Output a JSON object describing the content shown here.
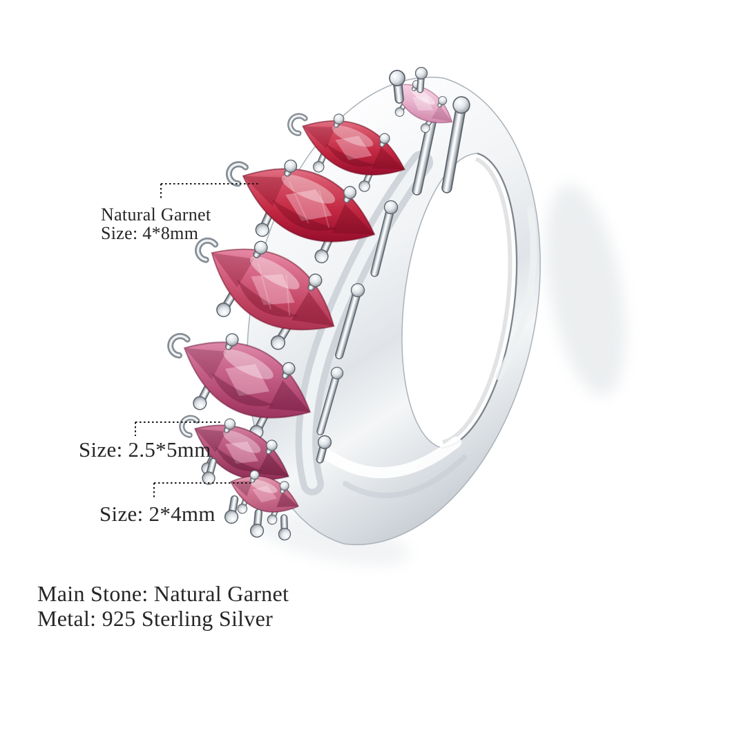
{
  "annotations": {
    "garnet_label_line1": "Natural Garnet",
    "garnet_label_line2": "Size: 4*8mm",
    "size_medium_label": "Size: 2.5*5mm",
    "size_small_label": "Size: 2*4mm"
  },
  "specs": {
    "main_stone": "Main Stone: Natural Garnet",
    "metal": "Metal: 925 Sterling Silver"
  },
  "ring": {
    "stone_count": 7,
    "stone_cut": "marquise"
  },
  "colors": {
    "background": "#ffffff",
    "text": "#262626",
    "leader_line": "#161616",
    "silver_light": "#f4f6f8",
    "silver_mid": "#cdd3d9",
    "silver_dark": "#81888f",
    "garnet_red": "#c22740",
    "garnet_deep_red": "#8c0f26",
    "garnet_pink": "#d06080",
    "garnet_light_pink": "#ecb9d2"
  }
}
